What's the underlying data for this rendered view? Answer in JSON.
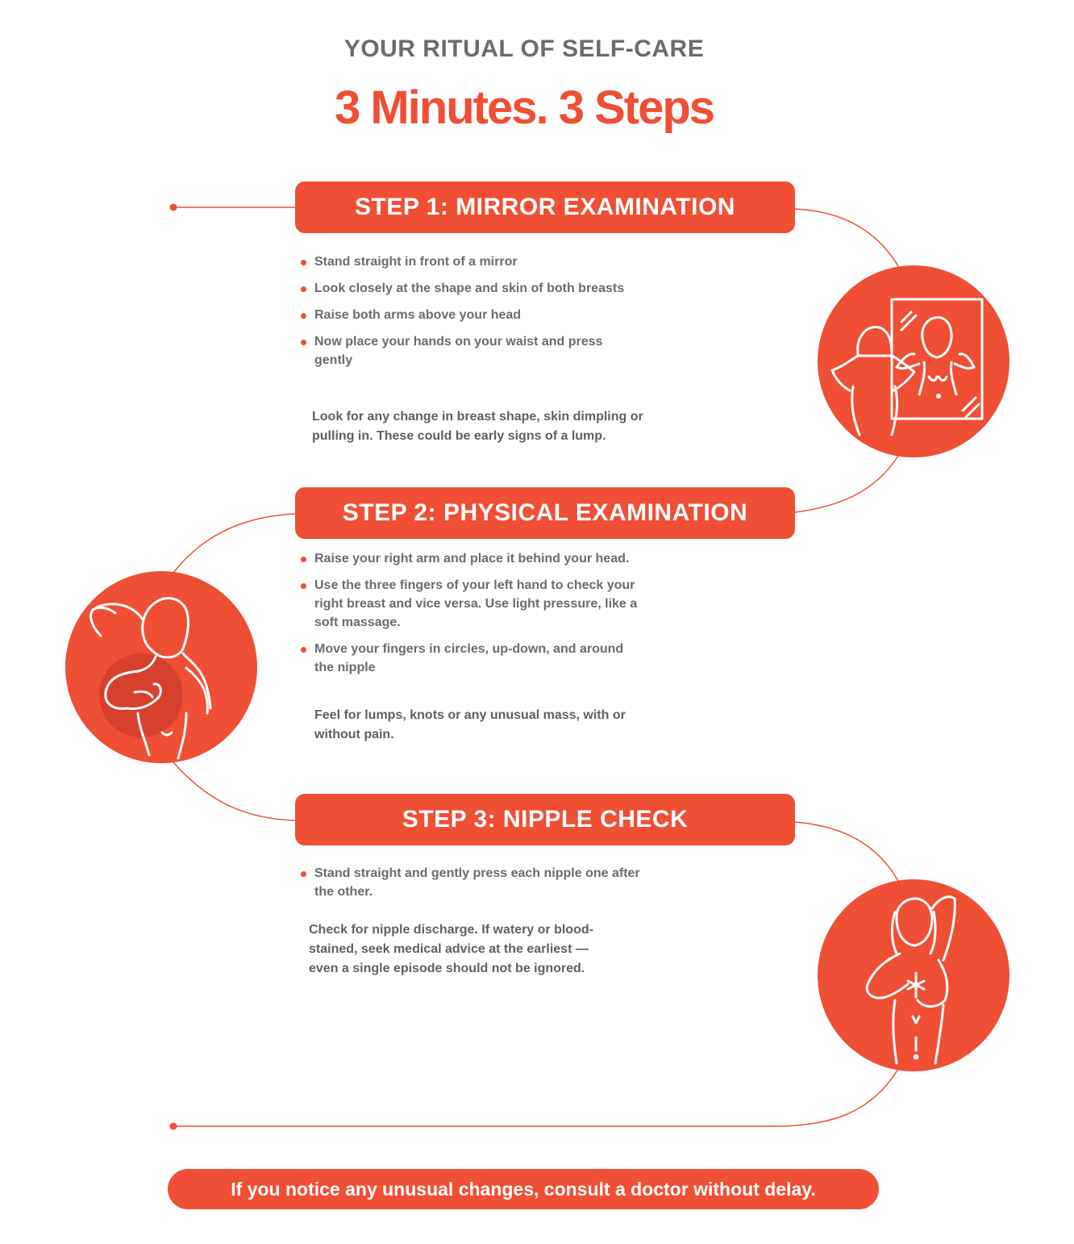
{
  "header": {
    "kicker": "YOUR RITUAL OF SELF-CARE",
    "headline": "3 Minutes. 3 Steps"
  },
  "steps": [
    {
      "title": "STEP 1: MIRROR EXAMINATION",
      "bullets": [
        "Stand straight in front of a mirror",
        "Look closely at the shape and skin of both breasts",
        "Raise both arms above your head",
        "Now place your hands on your waist and press gently"
      ],
      "note": "Look for any change in breast shape, skin dimpling or pulling in. These could be early signs of a lump.",
      "icon": "mirror-examination-illustration-icon"
    },
    {
      "title": "STEP 2: PHYSICAL EXAMINATION",
      "bullets": [
        "Raise your right arm and place it behind your head.",
        "Use the three fingers of your left hand to check your right breast and vice versa. Use light pressure, like a soft massage.",
        "Move your fingers in circles, up-down, and around the nipple"
      ],
      "note": "Feel for lumps, knots or any unusual mass, with or without pain.",
      "icon": "physical-examination-illustration-icon"
    },
    {
      "title": "STEP 3: NIPPLE CHECK",
      "bullets": [
        "Stand straight and gently press each nipple one after the other."
      ],
      "note": "Check for nipple discharge. If watery or blood-stained, seek medical advice at the earliest — even a single episode should not be ignored.",
      "icon": "nipple-check-illustration-icon"
    }
  ],
  "footer": {
    "message": "If you notice any unusual changes, consult a doctor without delay."
  },
  "colors": {
    "accent": "#ee4f35",
    "text": "#6b6b70",
    "background": "#ffffff"
  }
}
